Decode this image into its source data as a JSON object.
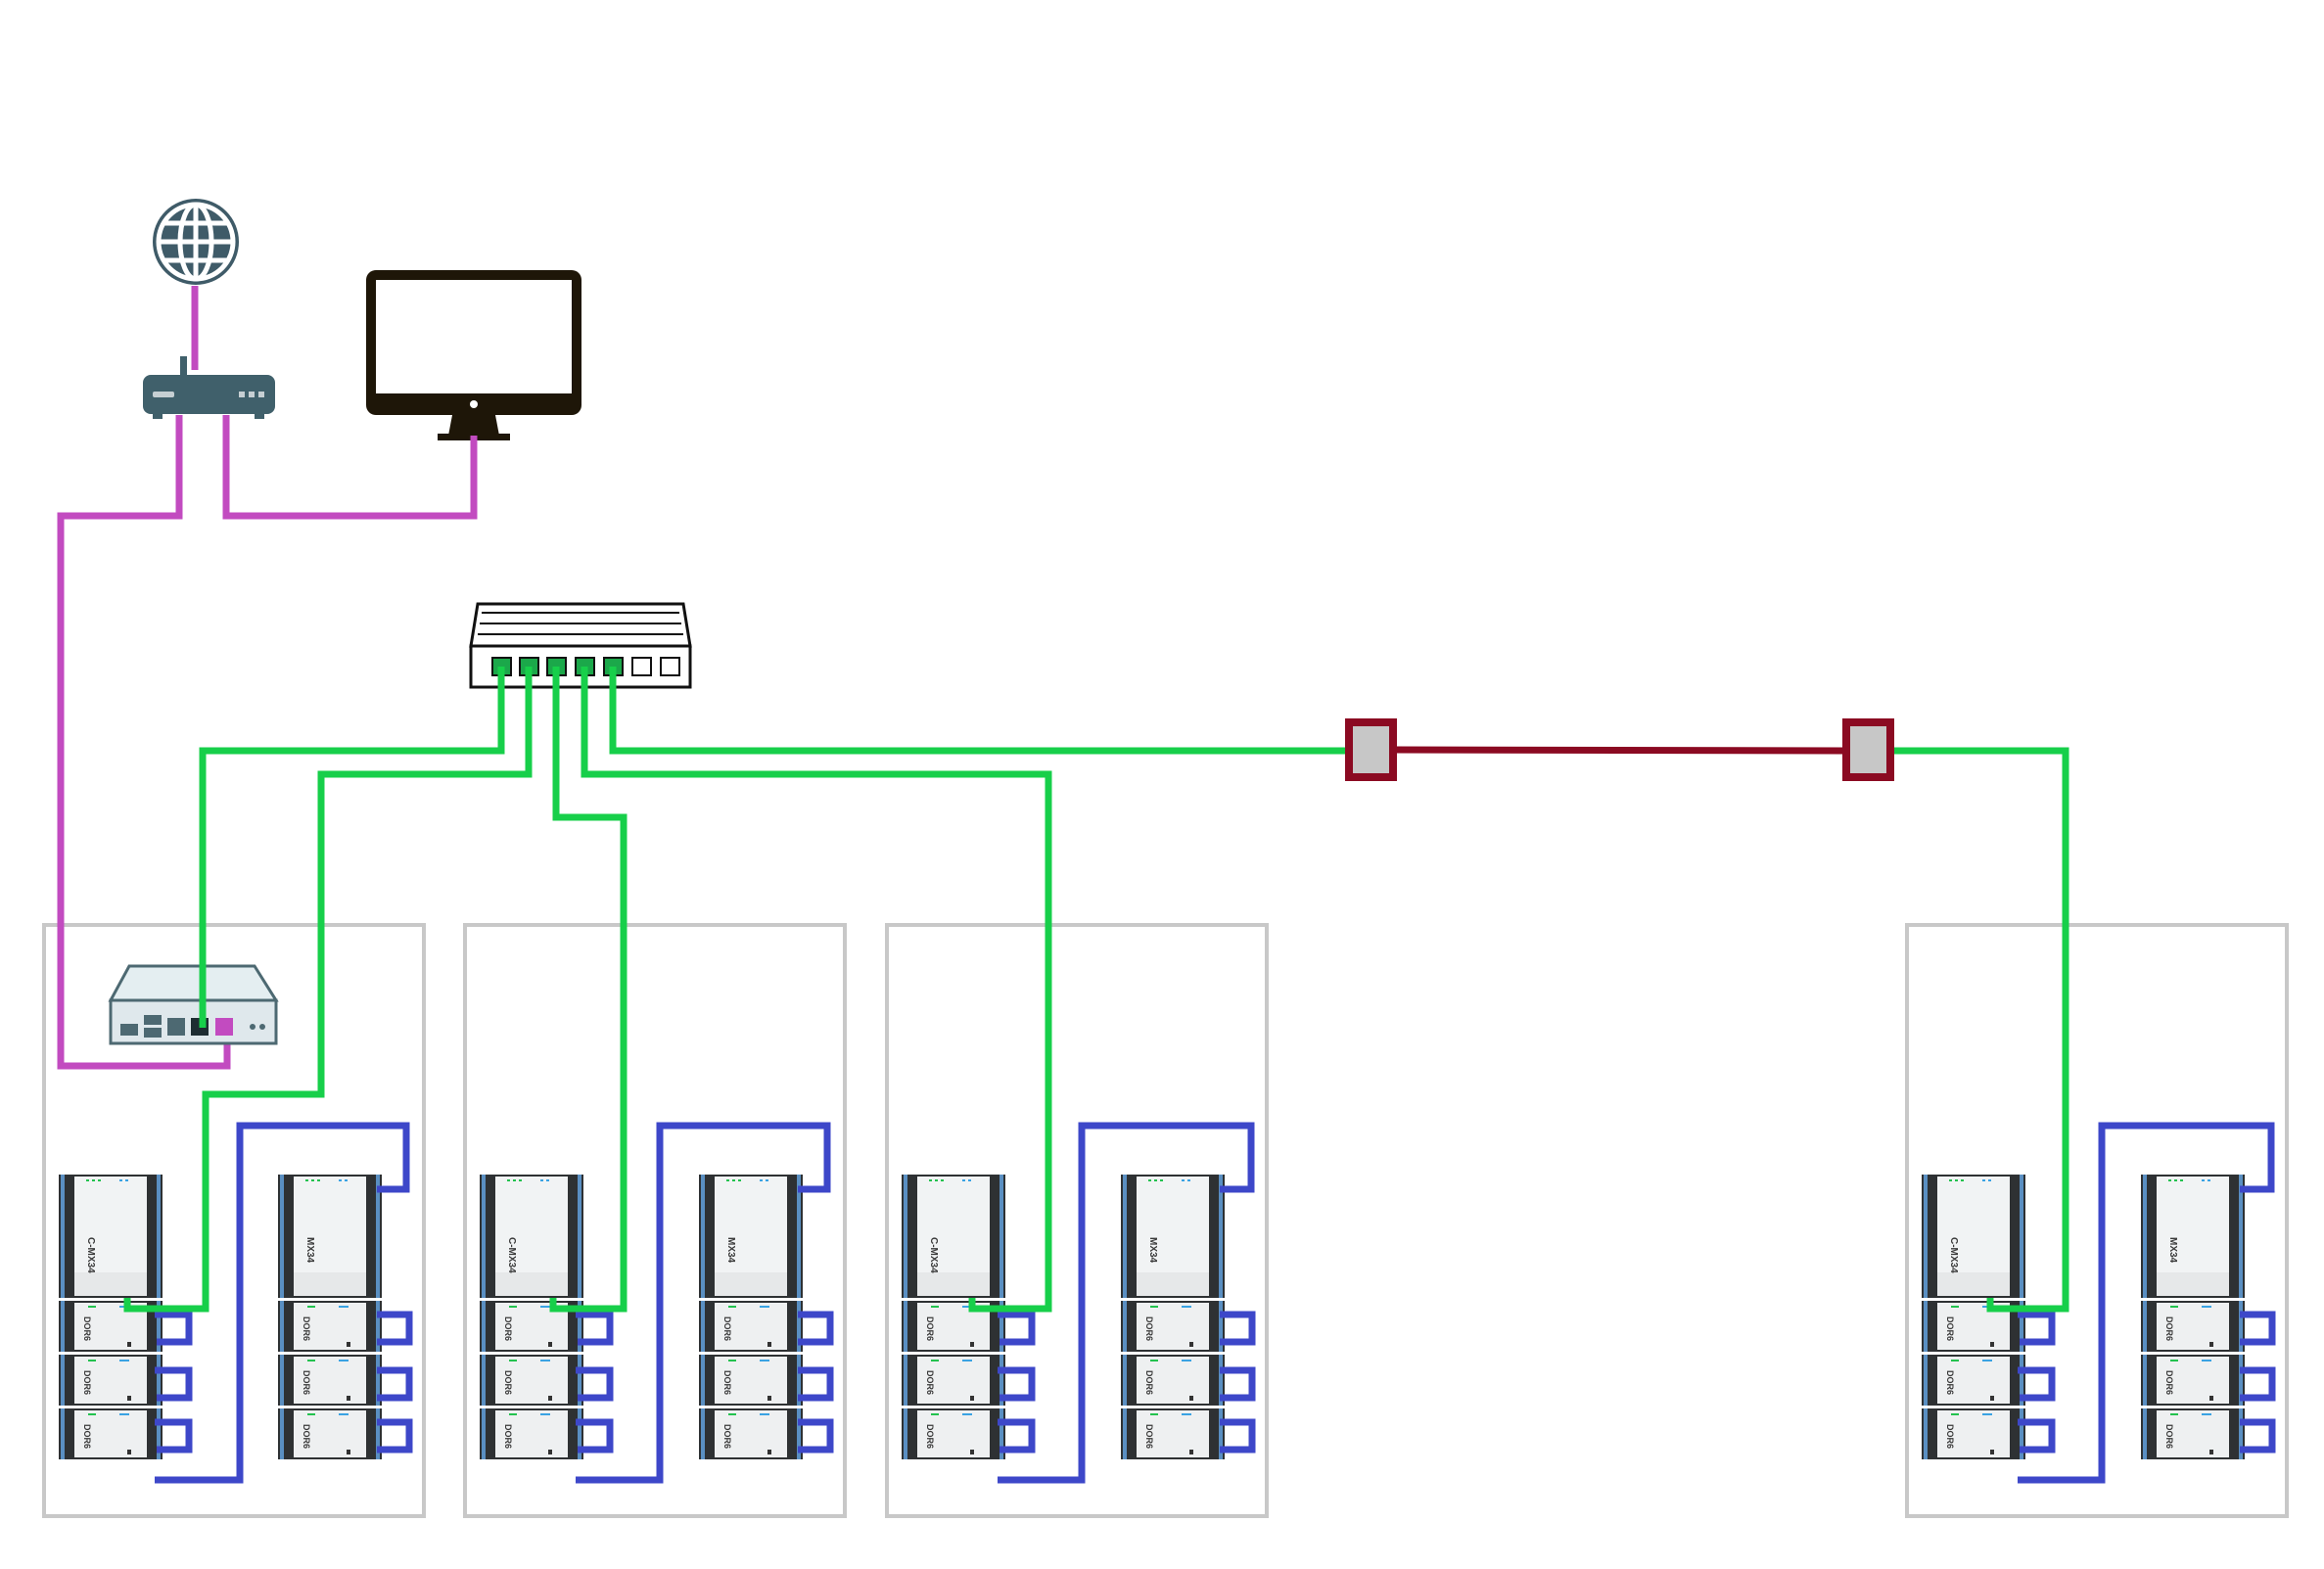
{
  "colors": {
    "internet_link": "#c24bc0",
    "lan_link": "#17cf4a",
    "bus_link": "#3d47c9",
    "bridge_link": "#8b0a22",
    "cabinet_border": "#c8c8c8",
    "monitor": "#1e1608",
    "router": "#40606b",
    "controller_box": "#4d6972",
    "port_green": "#1ba84a",
    "module_blue": "#5a8fc2"
  },
  "icons": {
    "internet": "globe-icon",
    "router": "router-icon",
    "monitor": "monitor-icon",
    "switch": "network-switch-icon",
    "controller": "controller-box-icon",
    "bridge": "bridge-node-icon"
  },
  "modules": {
    "controller": "C-MX34",
    "expander": "MX34",
    "door": "DOR6"
  }
}
